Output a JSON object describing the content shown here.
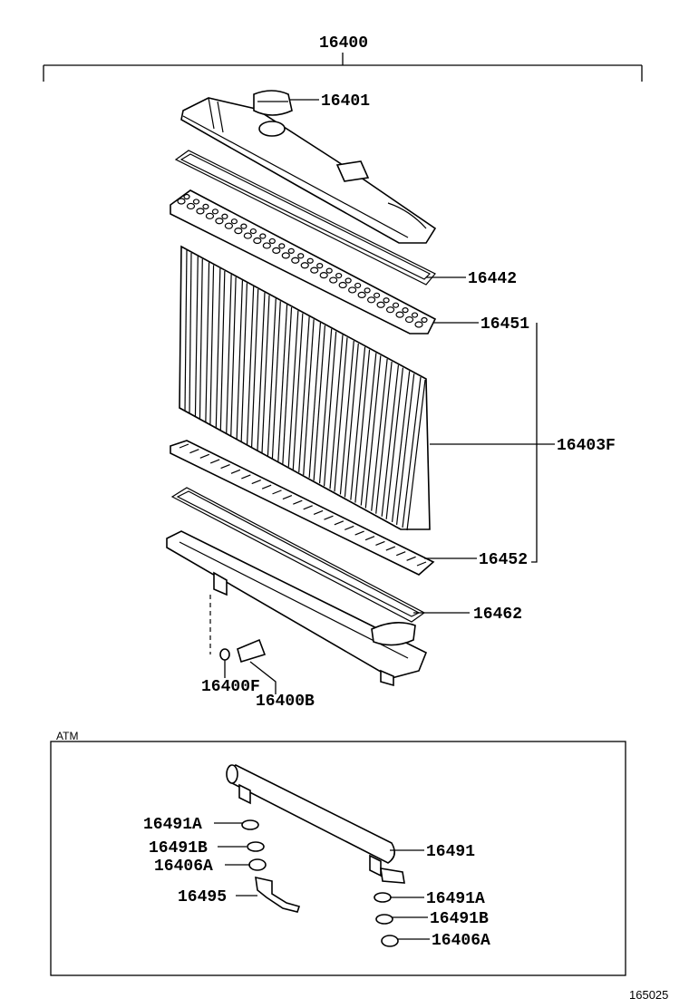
{
  "assembly_label": "16400",
  "parts": {
    "cap": "16401",
    "upper_gasket": "16442",
    "upper_plate": "16451",
    "core": "16403F",
    "lower_plate": "16452",
    "lower_gasket": "16462",
    "drain_plug_oring": "16400F",
    "drain_cock": "16400B"
  },
  "atm_box": {
    "title": "ATM",
    "parts": {
      "cooler": "16491",
      "washer_a_left": "16491A",
      "washer_b_left": "16491B",
      "nut_left": "16406A",
      "hose": "16495",
      "washer_a_right": "16491A",
      "washer_b_right": "16491B",
      "nut_right": "16406A"
    }
  },
  "figure_id": "165025"
}
